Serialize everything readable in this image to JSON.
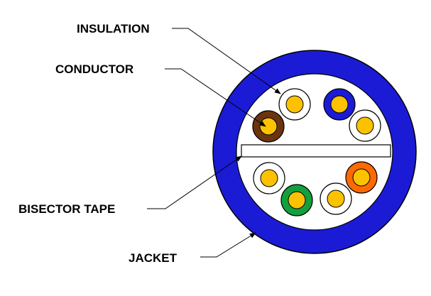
{
  "labels": {
    "insulation": "INSULATION",
    "conductor": "CONDUCTOR",
    "bisector_tape": "BISECTOR TAPE",
    "jacket": "JACKET"
  },
  "colors": {
    "jacket": "#1b1bd6",
    "core_fill": "#ffffff",
    "conductor": "#fcc200",
    "tape": "#ffffff",
    "outline": "#000000",
    "insulation_white": "#ffffff",
    "insulation_blue": "#1b1bd6",
    "insulation_brown": "#6b3410",
    "insulation_orange": "#ff6a00",
    "insulation_green": "#12a03c"
  },
  "pairs": [
    {
      "name": "insulated-wire-white-top",
      "insulation": "insulation_white"
    },
    {
      "name": "insulated-wire-blue",
      "insulation": "insulation_blue"
    },
    {
      "name": "insulated-wire-white-right",
      "insulation": "insulation_white"
    },
    {
      "name": "insulated-wire-brown",
      "insulation": "insulation_brown"
    },
    {
      "name": "insulated-wire-white-left",
      "insulation": "insulation_white"
    },
    {
      "name": "insulated-wire-green",
      "insulation": "insulation_green"
    },
    {
      "name": "insulated-wire-white-bottom",
      "insulation": "insulation_white"
    },
    {
      "name": "insulated-wire-orange",
      "insulation": "insulation_orange"
    }
  ]
}
